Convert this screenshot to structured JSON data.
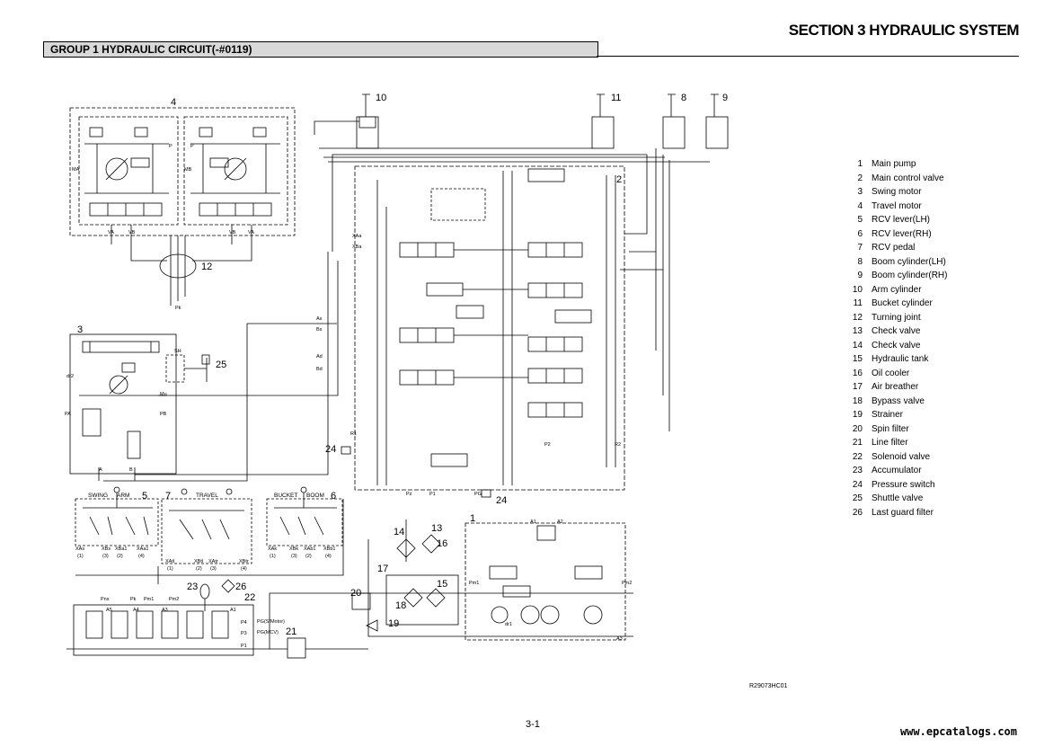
{
  "header": {
    "section_title": "SECTION 3 HYDRAULIC SYSTEM",
    "group_title": "GROUP 1 HYDRAULIC CIRCUIT(-#0119)"
  },
  "legend": [
    {
      "num": "1",
      "label": "Main pump"
    },
    {
      "num": "2",
      "label": "Main control valve"
    },
    {
      "num": "3",
      "label": "Swing motor"
    },
    {
      "num": "4",
      "label": "Travel motor"
    },
    {
      "num": "5",
      "label": "RCV lever(LH)"
    },
    {
      "num": "6",
      "label": "RCV lever(RH)"
    },
    {
      "num": "7",
      "label": "RCV pedal"
    },
    {
      "num": "8",
      "label": "Boom cylinder(LH)"
    },
    {
      "num": "9",
      "label": "Boom cylinder(RH)"
    },
    {
      "num": "10",
      "label": "Arm cylinder"
    },
    {
      "num": "11",
      "label": "Bucket cylinder"
    },
    {
      "num": "12",
      "label": "Turning joint"
    },
    {
      "num": "13",
      "label": "Check valve"
    },
    {
      "num": "14",
      "label": "Check valve"
    },
    {
      "num": "15",
      "label": "Hydraulic tank"
    },
    {
      "num": "16",
      "label": "Oil cooler"
    },
    {
      "num": "17",
      "label": "Air breather"
    },
    {
      "num": "18",
      "label": "Bypass valve"
    },
    {
      "num": "19",
      "label": "Strainer"
    },
    {
      "num": "20",
      "label": "Spin filter"
    },
    {
      "num": "21",
      "label": "Line filter"
    },
    {
      "num": "22",
      "label": "Solenoid valve"
    },
    {
      "num": "23",
      "label": "Accumulator"
    },
    {
      "num": "24",
      "label": "Pressure switch"
    },
    {
      "num": "25",
      "label": "Shuttle valve"
    },
    {
      "num": "26",
      "label": "Last guard filter"
    }
  ],
  "callouts": {
    "c1": "1",
    "c2": "2",
    "c3": "3",
    "c4": "4",
    "c5": "5",
    "c6": "6",
    "c7": "7",
    "c8": "8",
    "c9": "9",
    "c10": "10",
    "c11": "11",
    "c12": "12",
    "c13": "13",
    "c14": "14",
    "c15": "15",
    "c16": "16",
    "c17": "17",
    "c18": "18",
    "c19": "19",
    "c20": "20",
    "c21": "21",
    "c22": "22",
    "c23": "23",
    "c24a": "24",
    "c24b": "24",
    "c25": "25",
    "c26": "26"
  },
  "rcv_labels": {
    "swing": "SWING",
    "arm": "ARM",
    "travel": "TRAVEL",
    "bucket": "BUCKET",
    "boom": "BOOM"
  },
  "port_labels": {
    "p_left": "P",
    "p_right": "P",
    "va_left": "VA",
    "vb_left": "VB",
    "vb_right": "VB",
    "va_right": "VA",
    "ma_left": "MA",
    "mb_left": "MB",
    "pk": "Pk",
    "pa": "PA",
    "pb": "PB",
    "a": "A",
    "b": "B",
    "as": "As",
    "bs": "Bs",
    "ad": "Ad",
    "bd": "Bd",
    "r1": "R1",
    "r2": "R2",
    "p1": "P1",
    "p2": "P2",
    "pz": "Pz",
    "pg": "PG",
    "pm1": "Pm1",
    "pm2": "Pm2",
    "a1": "A1",
    "a2": "A2",
    "a3": "A3",
    "dr1": "dr1",
    "dr2": "dr2",
    "sh": "SH",
    "mu": "Mu",
    "pg_s": "PG(S/Motor)",
    "pg_m": "PG(MCV)",
    "p1b": "P1",
    "p3": "P3",
    "p4": "P4",
    "pns": "Pns",
    "pk2": "Pk",
    "pm1b": "Pm1",
    "pm2b": "Pm2",
    "a1b": "A1",
    "a3b": "A3",
    "a4": "A4",
    "a5": "A5",
    "xas": "XAs",
    "xbs": "XBs",
    "xaa1": "XAa1",
    "xba1": "XBa1",
    "xa": "XAa",
    "xb": "XBa",
    "xbt1": "XBtr",
    "xat1": "XAtr",
    "xbt2": "XBtl",
    "xat2": "XAtl",
    "xak": "XAk",
    "xbk": "XBk",
    "xab1": "XAb1",
    "xbb1": "XBb1",
    "sub1": "(1)",
    "sub2": "(3)",
    "sub3": "(2)",
    "sub4": "(4)",
    "sub5": "(1)",
    "sub6": "(2)",
    "sub7": "(3)",
    "sub8": "(4)",
    "sub9": "(1)",
    "sub10": "(3)",
    "sub11": "(2)",
    "sub12": "(4)"
  },
  "footer": {
    "drawing_no": "R29073HC01",
    "page_no": "3-1",
    "watermark": "www.epcatalogs.com"
  }
}
